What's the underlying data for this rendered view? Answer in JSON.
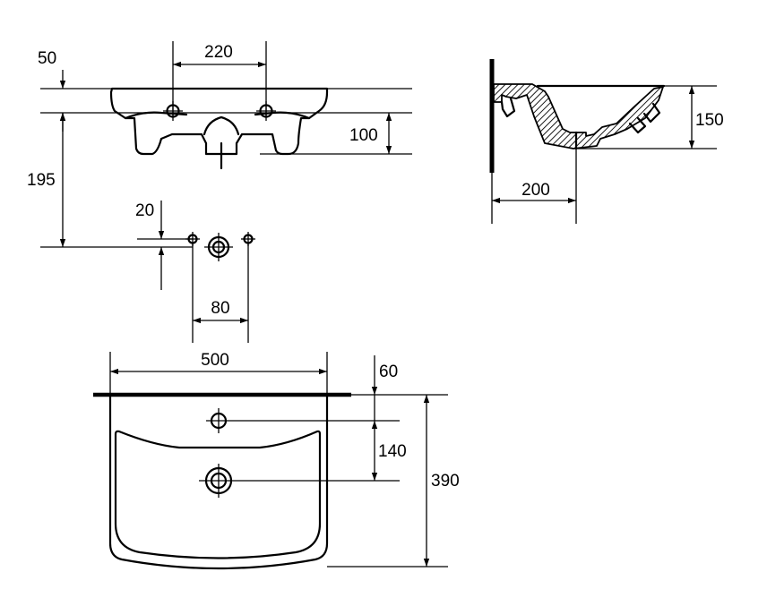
{
  "dimensions": {
    "top_offset": "50",
    "tap_spacing": "220",
    "basin_height": "100",
    "drain_height": "195",
    "pipe_offset": "20",
    "pipe_spacing": "80",
    "side_depth": "150",
    "side_reach": "200",
    "plan_width": "500",
    "plan_rim": "60",
    "plan_tap_to_drain": "140",
    "plan_depth": "390"
  }
}
